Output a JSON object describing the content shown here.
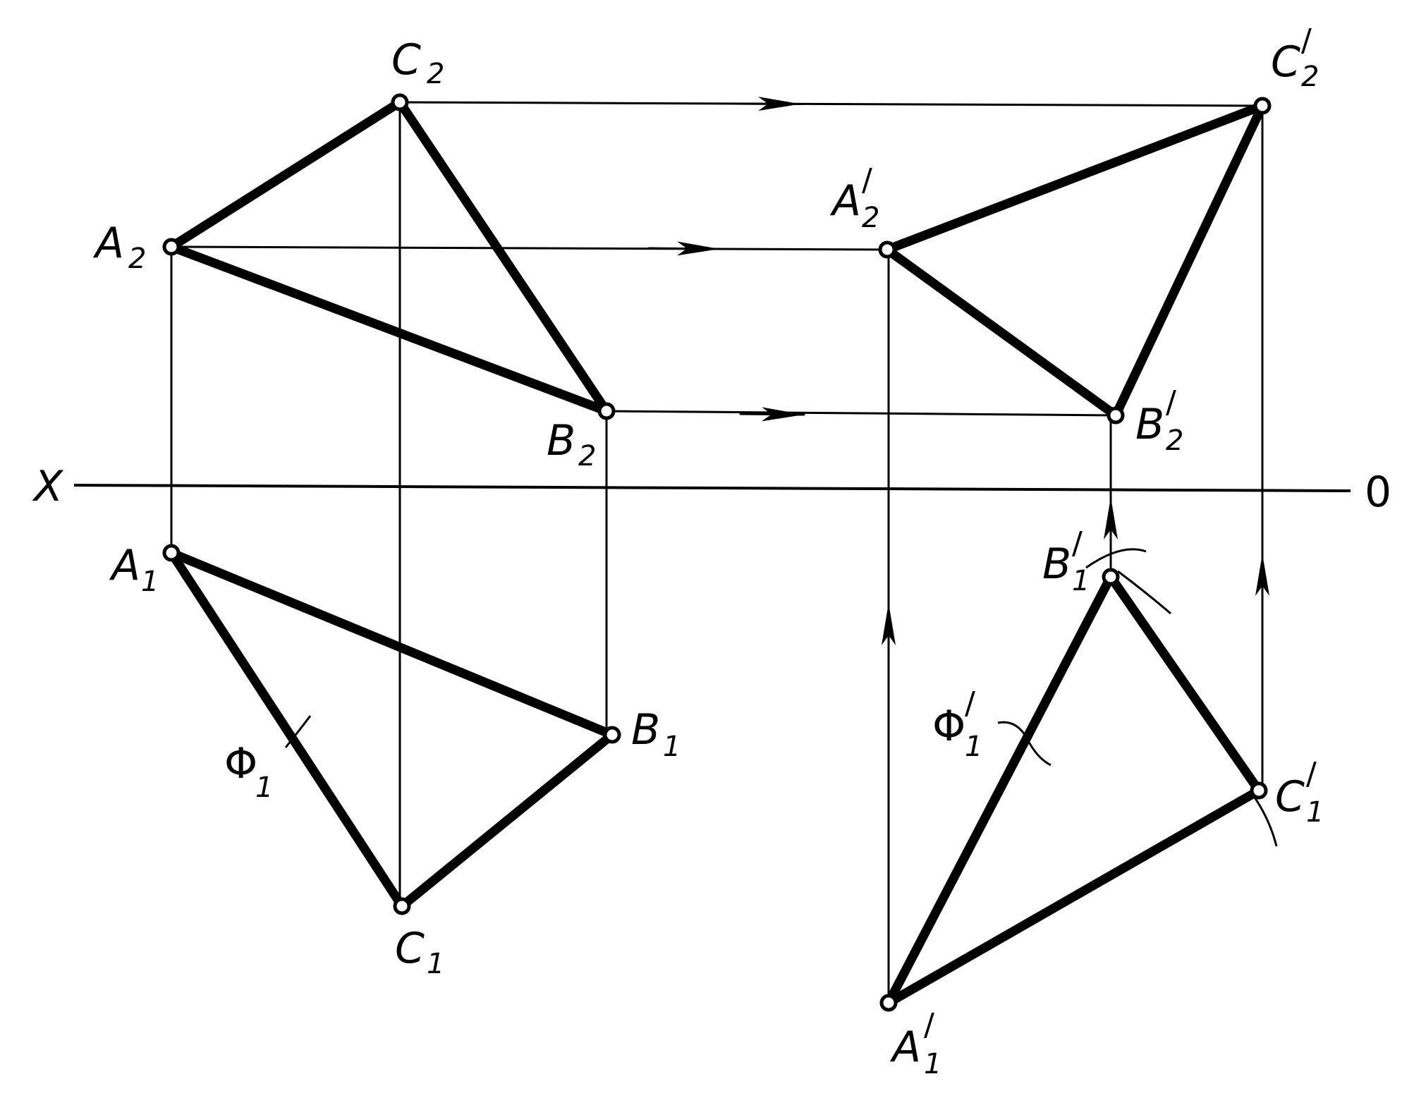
{
  "axis": {
    "left_label": "X",
    "right_label": "0"
  },
  "points": {
    "A2": {
      "base": "A",
      "sub": "2",
      "prime": ""
    },
    "B2": {
      "base": "B",
      "sub": "2",
      "prime": ""
    },
    "C2": {
      "base": "C",
      "sub": "2",
      "prime": ""
    },
    "A1": {
      "base": "A",
      "sub": "1",
      "prime": ""
    },
    "B1": {
      "base": "B",
      "sub": "1",
      "prime": ""
    },
    "C1": {
      "base": "C",
      "sub": "1",
      "prime": ""
    },
    "A2p": {
      "base": "A",
      "sub": "2",
      "prime": "/"
    },
    "B2p": {
      "base": "B",
      "sub": "2",
      "prime": "/"
    },
    "C2p": {
      "base": "C",
      "sub": "2",
      "prime": "/"
    },
    "A1p": {
      "base": "A",
      "sub": "1",
      "prime": "/"
    },
    "B1p": {
      "base": "B",
      "sub": "1",
      "prime": "/"
    },
    "C1p": {
      "base": "C",
      "sub": "1",
      "prime": "/"
    }
  },
  "angles": {
    "phi1": {
      "base": "Φ",
      "sub": "1",
      "prime": ""
    },
    "phi1p": {
      "base": "Φ",
      "sub": "1",
      "prime": "/"
    }
  }
}
